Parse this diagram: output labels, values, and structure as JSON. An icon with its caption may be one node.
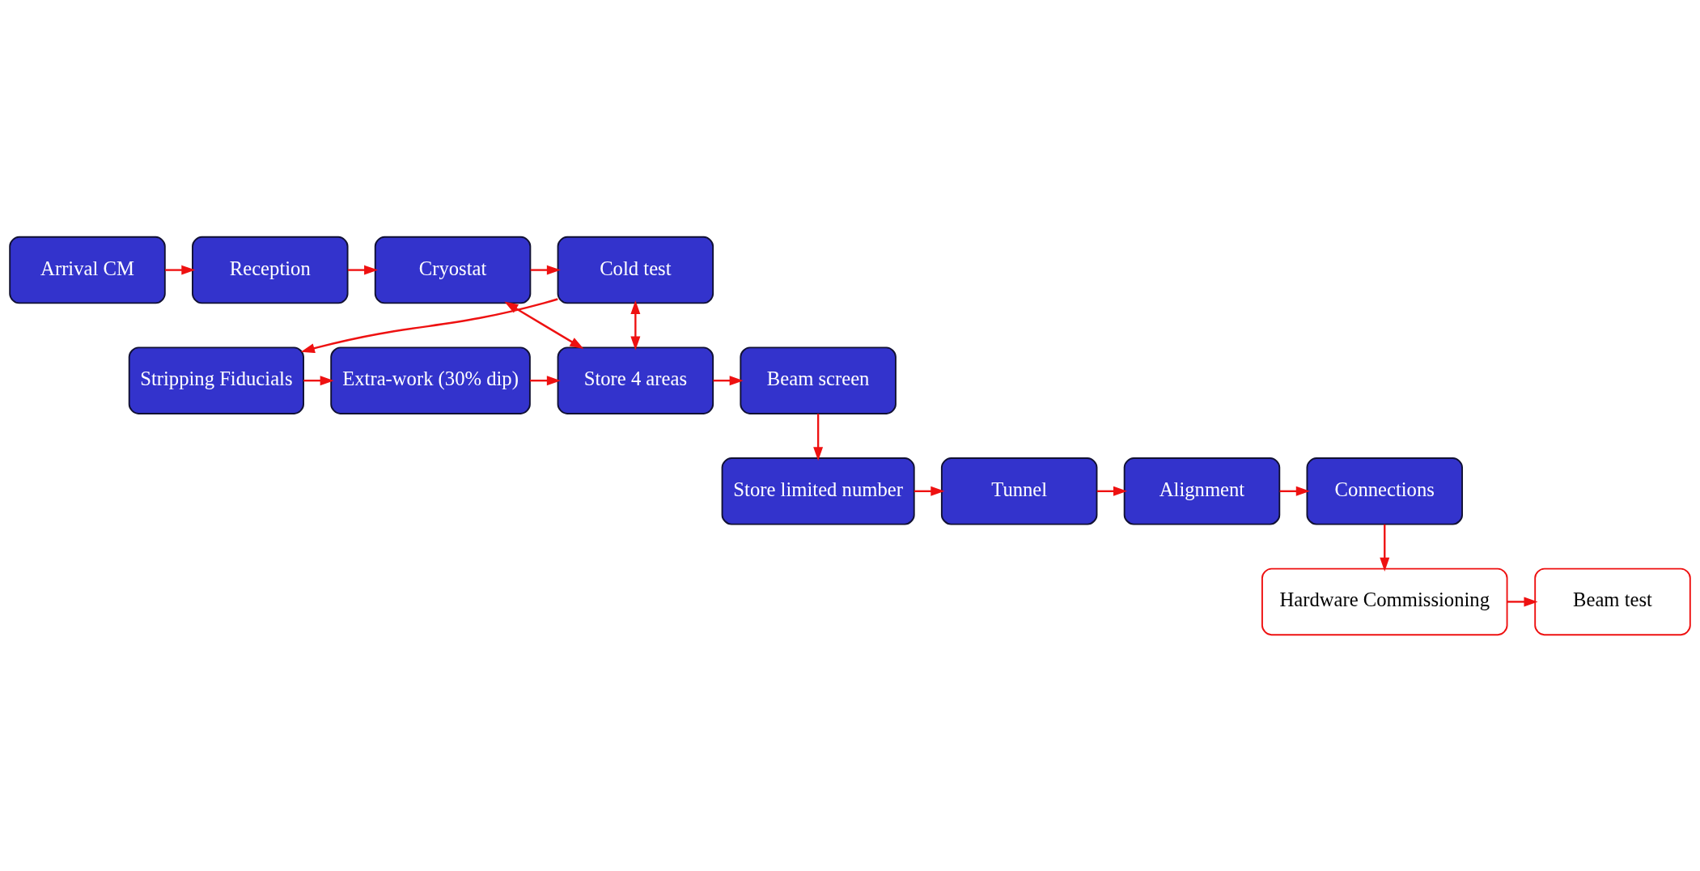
{
  "diagram": {
    "nodes": [
      {
        "text": [
          "Arrival CM"
        ]
      },
      {
        "text": [
          "Reception"
        ]
      },
      {
        "text": [
          "Cryostat"
        ]
      },
      {
        "text": [
          "Cold test"
        ]
      },
      {
        "text": [
          "Beam screen"
        ]
      },
      {
        "text": [
          "Store 4 areas"
        ]
      },
      {
        "text": [
          "Extra-work (30% dip)"
        ]
      },
      {
        "text": [
          "Stripping Fiducials"
        ]
      },
      {
        "text": [
          "Store limited number"
        ]
      },
      {
        "text": [
          "Tunnel"
        ]
      },
      {
        "text": [
          "Alignment"
        ]
      },
      {
        "text": [
          "Connections"
        ]
      },
      {
        "text": [
          "Beam test"
        ]
      },
      {
        "text": [
          "Hardware Commissioning"
        ]
      }
    ],
    "edges": [
      {
        "from": 0,
        "to": 1,
        "arrow": "to"
      },
      {
        "from": 1,
        "to": 2,
        "arrow": "to"
      },
      {
        "from": 2,
        "to": 3,
        "arrow": "to"
      },
      {
        "from": 3,
        "to": 7,
        "arrow": "to"
      },
      {
        "from": 7,
        "to": 6,
        "arrow": "to"
      },
      {
        "from": 6,
        "to": 5,
        "arrow": "to"
      },
      {
        "from": 5,
        "to": 4,
        "arrow": "to"
      },
      {
        "from": 2,
        "to": 5,
        "arrow": "both"
      },
      {
        "from": 3,
        "to": 5,
        "arrow": "both"
      },
      {
        "from": 4,
        "to": 8,
        "arrow": "to"
      },
      {
        "from": 8,
        "to": 9,
        "arrow": "to"
      },
      {
        "from": 9,
        "to": 10,
        "arrow": "to"
      },
      {
        "from": 10,
        "to": 11,
        "arrow": "to"
      },
      {
        "from": 11,
        "to": 13,
        "arrow": "to"
      },
      {
        "from": 13,
        "to": 12,
        "arrow": "to"
      }
    ]
  }
}
